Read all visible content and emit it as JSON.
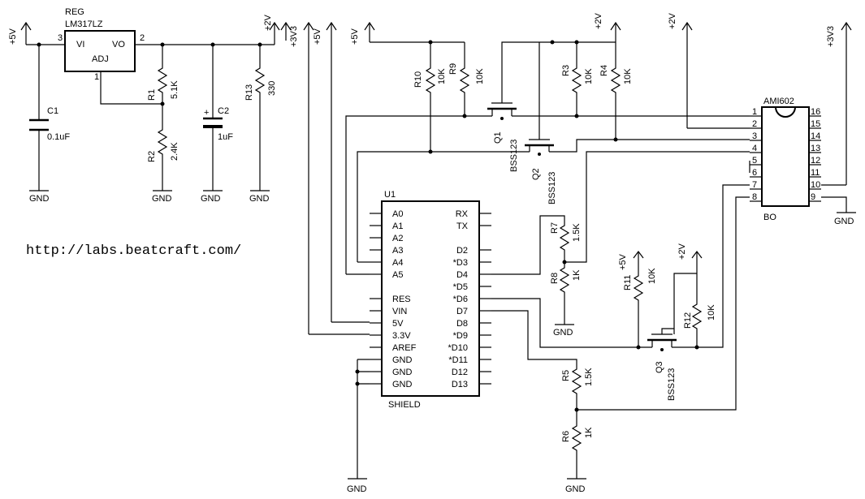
{
  "reg": {
    "ref": "REG",
    "part": "LM317LZ",
    "vi": "VI",
    "vo": "VO",
    "adj": "ADJ",
    "p3": "3",
    "p2": "2",
    "p1": "1"
  },
  "c1": {
    "ref": "C1",
    "val": "0.1uF"
  },
  "c2": {
    "ref": "C2",
    "val": "1uF",
    "plus": "+"
  },
  "r1": {
    "ref": "R1",
    "val": "5.1K"
  },
  "r2": {
    "ref": "R2",
    "val": "2.4K"
  },
  "r13": {
    "ref": "R13",
    "val": "330"
  },
  "r10": {
    "ref": "R10",
    "val": "10K"
  },
  "r9": {
    "ref": "R9",
    "val": "10K"
  },
  "r3": {
    "ref": "R3",
    "val": "10K"
  },
  "r4": {
    "ref": "R4",
    "val": "10K"
  },
  "r7": {
    "ref": "R7",
    "val": "1.5K"
  },
  "r8": {
    "ref": "R8",
    "val": "1K"
  },
  "r11": {
    "ref": "R11",
    "val": "10K"
  },
  "r12": {
    "ref": "R12",
    "val": "10K"
  },
  "r5": {
    "ref": "R5",
    "val": "1.5K"
  },
  "r6": {
    "ref": "R6",
    "val": "1K"
  },
  "q1": {
    "ref": "Q1",
    "part": "BSS123"
  },
  "q2": {
    "ref": "Q2",
    "part": "BSS123"
  },
  "q3": {
    "ref": "Q3",
    "part": "BSS123"
  },
  "power": {
    "p5v": "+5V",
    "p2v": "+2V",
    "p3v3": "+3V3",
    "gnd": "GND"
  },
  "u1": {
    "ref": "U1",
    "name": "SHIELD",
    "left": [
      "A0",
      "A1",
      "A2",
      "A3",
      "A4",
      "A5",
      "",
      "RES",
      "VIN",
      "5V",
      "3.3V",
      "AREF",
      "GND",
      "GND",
      "GND"
    ],
    "right": [
      "RX",
      "TX",
      "",
      "D2",
      "*D3",
      "D4",
      "*D5",
      "*D6",
      "D7",
      "D8",
      "*D9",
      "*D10",
      "*D11",
      "D12",
      "D13"
    ]
  },
  "ami": {
    "name": "AMI602",
    "sub": "BO",
    "left": [
      "1",
      "2",
      "3",
      "4",
      "5",
      "6",
      "7",
      "8"
    ],
    "right": [
      "16",
      "15",
      "14",
      "13",
      "12",
      "11",
      "10",
      "9"
    ]
  },
  "url": "http://labs.beatcraft.com/"
}
